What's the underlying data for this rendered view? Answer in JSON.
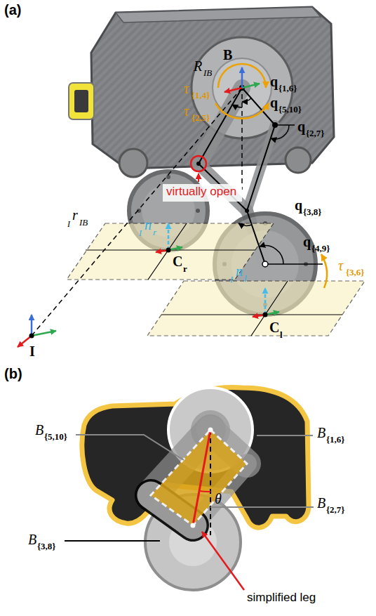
{
  "diagram": {
    "nodes": [
      {
        "text": [
          "virtually open"
        ]
      }
    ],
    "labels": [
      "(a)",
      "R",
      "IB",
      "B",
      "τ",
      "{1,4}",
      "q",
      "{1,6}",
      "q",
      "{5,10}",
      "τ",
      "{2,5}",
      "q",
      "{2,7}",
      "I",
      "r",
      "IB",
      "q",
      "{3,8}",
      "q",
      "{4,9}",
      "I",
      "n",
      "r",
      "I",
      "n",
      "l",
      "τ",
      "{3,6}",
      "C",
      "r",
      "C",
      "l",
      "I",
      "(b)",
      "B",
      "{5,10}",
      "B",
      "{1,6}",
      "B",
      "{2,7}",
      "B",
      "{3,8}",
      "θ",
      "simplified leg"
    ]
  }
}
